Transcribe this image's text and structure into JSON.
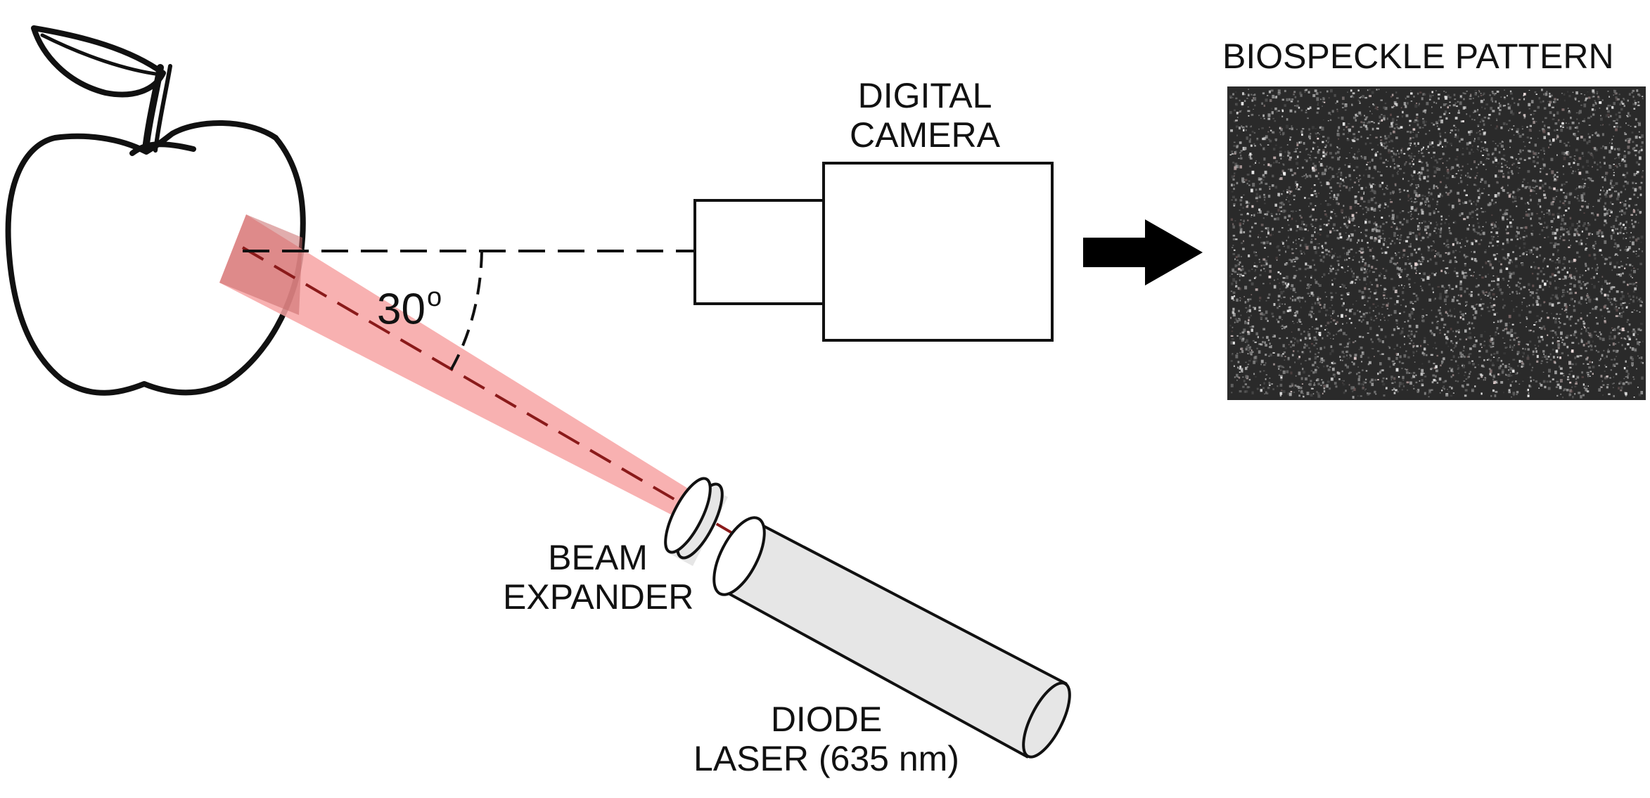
{
  "labels": {
    "camera_line1": "DIGITAL",
    "camera_line2": "CAMERA",
    "speckle_title": "BIOSPECKLE PATTERN",
    "expander_line1": "BEAM",
    "expander_line2": "EXPANDER",
    "laser_line1": "DIODE",
    "laser_line2": "LASER (635 nm)",
    "angle_value": "30",
    "angle_unit": "o"
  },
  "colors": {
    "beam": "#f7a3a3",
    "beam_axis": "#8a1a1a",
    "laser_body": "#e6e6e6",
    "stroke": "#111111",
    "speckle_bg": "#2a2a2a"
  },
  "icons": {
    "apple": "apple-icon",
    "camera": "camera-icon",
    "arrow": "right-arrow-icon",
    "laser": "laser-cylinder-icon",
    "expander": "lens-disc-icon"
  }
}
